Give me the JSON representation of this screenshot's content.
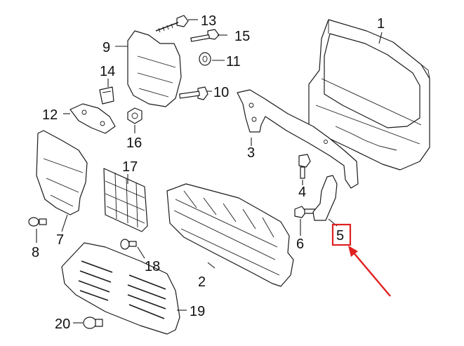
{
  "callouts": [
    {
      "id": "1",
      "label": "1"
    },
    {
      "id": "2",
      "label": "2"
    },
    {
      "id": "3",
      "label": "3"
    },
    {
      "id": "4",
      "label": "4"
    },
    {
      "id": "5",
      "label": "5"
    },
    {
      "id": "6",
      "label": "6"
    },
    {
      "id": "7",
      "label": "7"
    },
    {
      "id": "8",
      "label": "8"
    },
    {
      "id": "9",
      "label": "9"
    },
    {
      "id": "10",
      "label": "10"
    },
    {
      "id": "11",
      "label": "11"
    },
    {
      "id": "12",
      "label": "12"
    },
    {
      "id": "13",
      "label": "13"
    },
    {
      "id": "14",
      "label": "14"
    },
    {
      "id": "15",
      "label": "15"
    },
    {
      "id": "16",
      "label": "16"
    },
    {
      "id": "17",
      "label": "17"
    },
    {
      "id": "18",
      "label": "18"
    },
    {
      "id": "19",
      "label": "19"
    },
    {
      "id": "20",
      "label": "20"
    }
  ],
  "highlight": {
    "callout": "5",
    "color": "#e02020"
  }
}
